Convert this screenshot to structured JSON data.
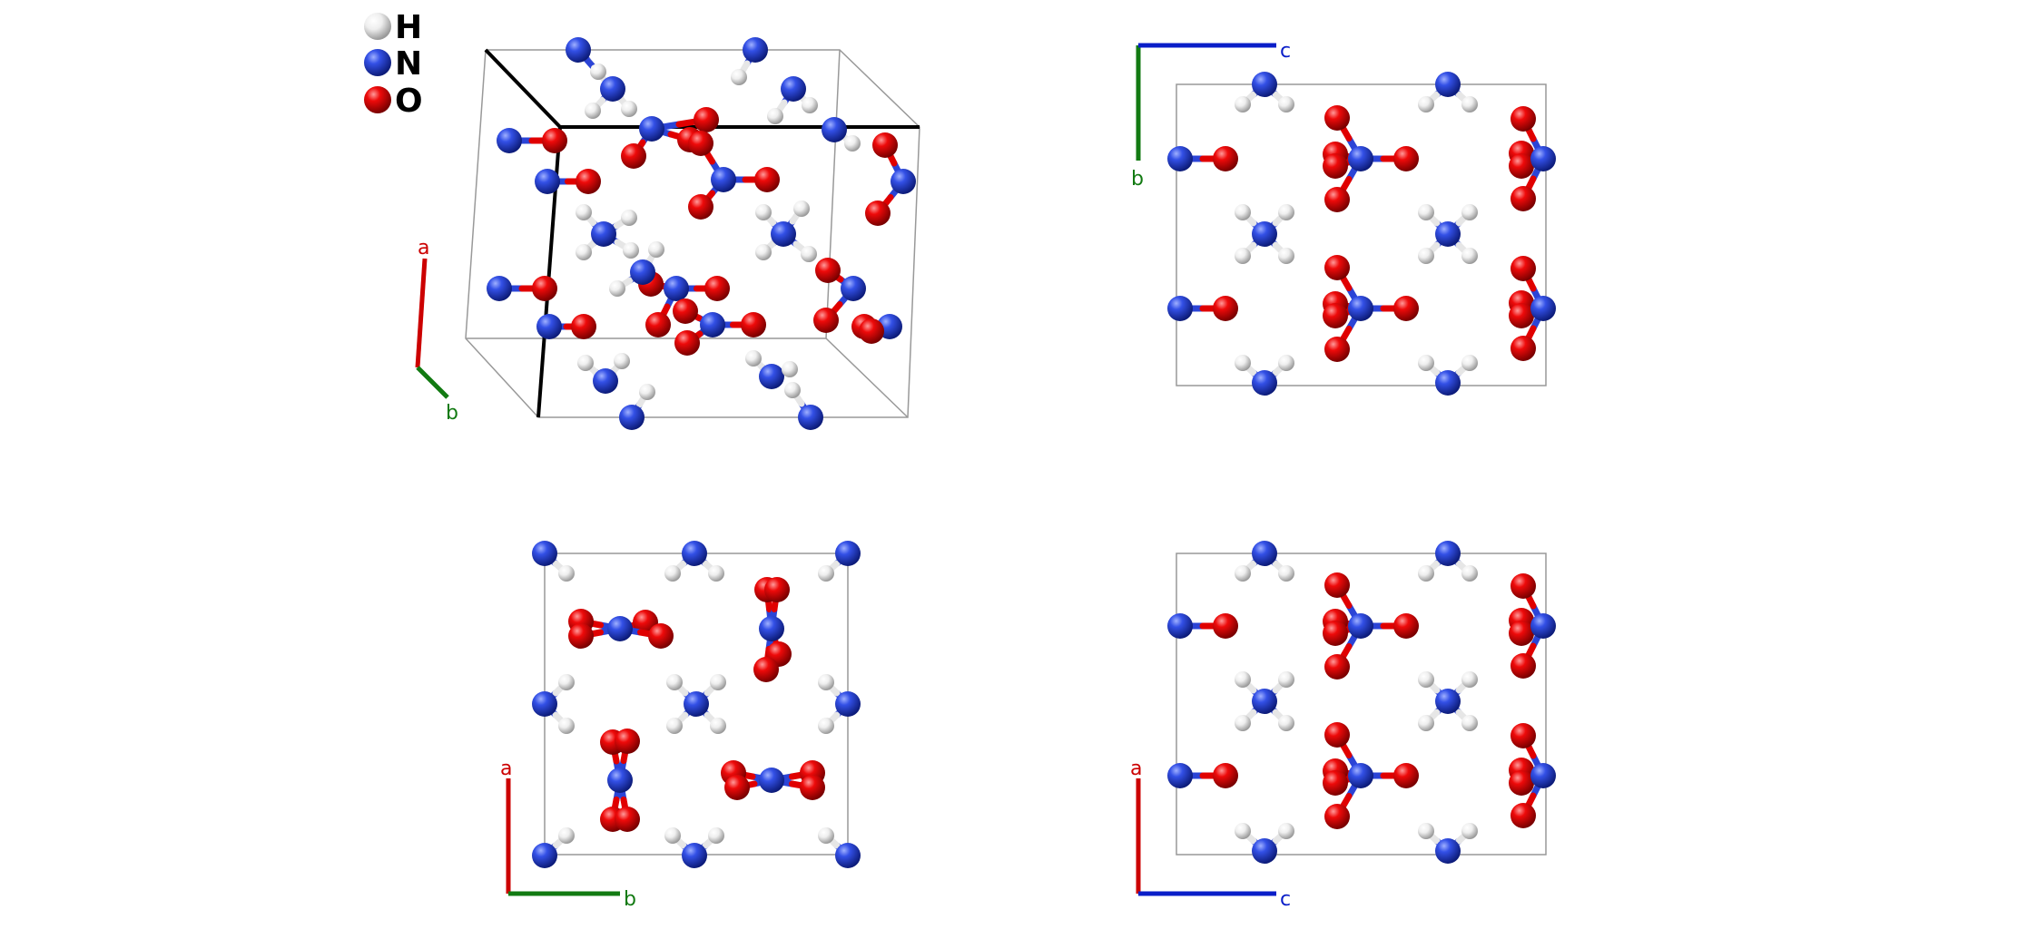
{
  "colors": {
    "H": "#e6e6e6",
    "N": "#2b44d6",
    "O": "#e00000",
    "axis_a": "#cc0000",
    "axis_b": "#127a12",
    "axis_c": "#0a1ec8",
    "cell": "#999999"
  },
  "legend": [
    {
      "element": "H",
      "label": "H"
    },
    {
      "element": "N",
      "label": "N"
    },
    {
      "element": "O",
      "label": "O"
    }
  ],
  "views": {
    "perspective": {
      "axes": {
        "first": "a",
        "second": "b"
      }
    },
    "bc": {
      "axes": {
        "horizontal": "c",
        "vertical": "b"
      }
    },
    "ab": {
      "axes": {
        "vertical": "a",
        "horizontal": "b"
      }
    },
    "ac": {
      "axes": {
        "vertical": "a",
        "horizontal": "c"
      }
    }
  }
}
